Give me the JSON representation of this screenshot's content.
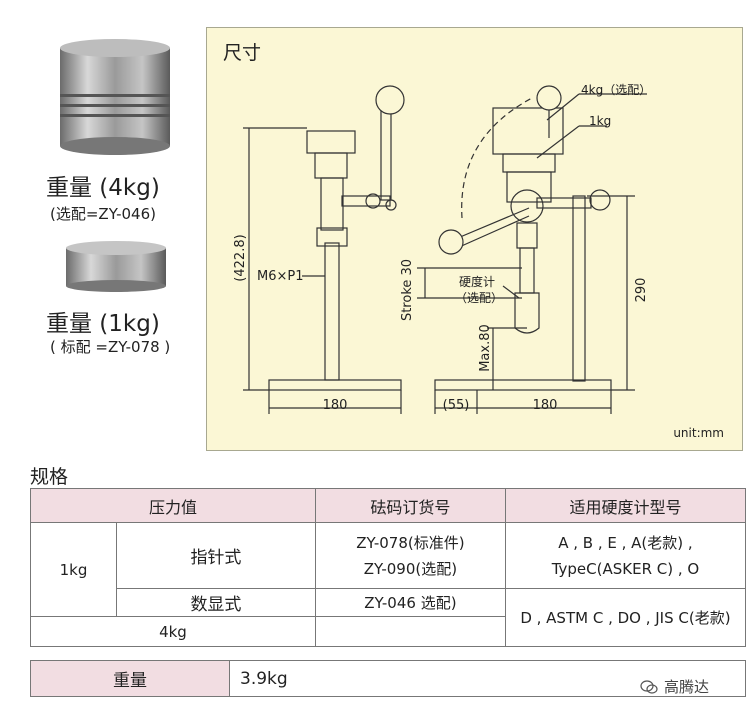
{
  "weights": [
    {
      "label": "重量 (4kg)",
      "sub": "(选配=ZY-046)"
    },
    {
      "label": "重量 (1kg)",
      "sub": "( 标配  =ZY-078  )"
    }
  ],
  "dim_panel": {
    "title": "尺寸",
    "unit": "unit:mm",
    "left_labels": {
      "height": "(422.8)",
      "thread": "M6×P1",
      "width": "180"
    },
    "right_labels": {
      "weight4": "4kg（选配）",
      "weight1": "1kg",
      "gauge_line1": "硬度计",
      "gauge_line2": "（选配）",
      "stroke": "Stroke 30",
      "max": "Max.80",
      "height": "290",
      "offset": "(55)",
      "width": "180"
    }
  },
  "spec": {
    "title": "规格",
    "headers": [
      "压力值",
      "砝码订货号",
      "适用硬度计型号"
    ],
    "row1_pressure": "1kg",
    "type_dial": "指针式",
    "type_digital": "数显式",
    "order_dial_1": "ZY-078(标准件)",
    "order_dial_2": "ZY-090(选配)",
    "order_digital": "ZY-046 选配)",
    "model_1_line1": "A , B , E , A(老款) ,",
    "model_1_line2": "TypeC(ASKER C) , O",
    "model_2": "D , ASTM C , DO , JIS C(老款)",
    "row2_pressure": "4kg"
  },
  "weight_row": {
    "label": "重量",
    "value": "3.9kg"
  },
  "watermark": "高腾达"
}
